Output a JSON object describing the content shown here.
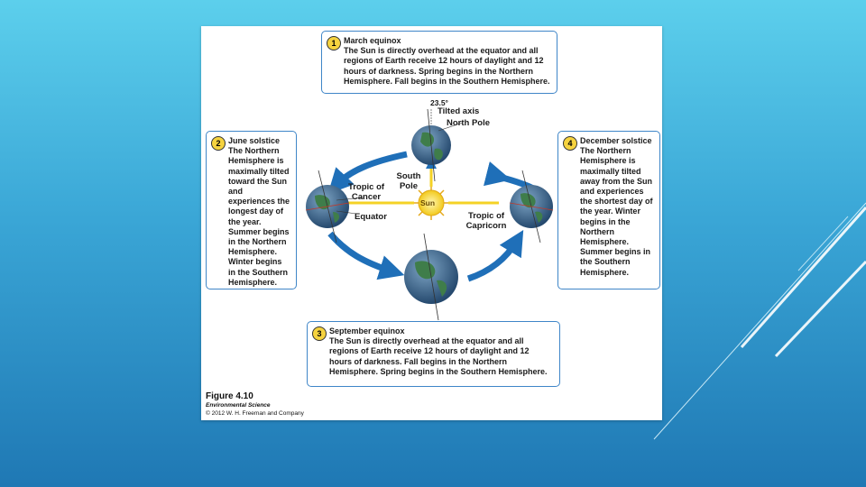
{
  "figure": {
    "caption_title": "Figure 4.10",
    "caption_subtitle": "Environmental Science",
    "caption_copyright": "© 2012 W. H. Freeman and Company"
  },
  "boxes": [
    {
      "number": "1",
      "title": "March equinox",
      "text": "The Sun is directly overhead at the equator and all regions of Earth receive 12 hours of daylight and 12 hours of darkness. Spring begins in the Northern Hemisphere. Fall begins in the Southern Hemisphere."
    },
    {
      "number": "2",
      "title": "June solstice",
      "text": "The Northern Hemisphere is maximally tilted toward the Sun and experiences the longest day of the year. Summer begins in the Northern Hemisphere. Winter begins in the Southern Hemisphere."
    },
    {
      "number": "3",
      "title": "September equinox",
      "text": "The Sun is directly overhead at the equator and all regions of Earth receive 12 hours of daylight and 12 hours of darkness. Fall begins in the Northern Hemisphere. Spring begins in the Southern Hemisphere."
    },
    {
      "number": "4",
      "title": "December solstice",
      "text": "The Northern Hemisphere is maximally tilted away from the Sun and experiences the shortest day of the year. Winter begins in the Northern Hemisphere. Summer begins in the Southern Hemisphere."
    }
  ],
  "labels": {
    "angle": "23.5°",
    "tilted_axis": "Tilted axis",
    "north_pole": "North Pole",
    "south_pole": "South Pole",
    "tropic_cancer": "Tropic of Cancer",
    "equator": "Equator",
    "tropic_capricorn": "Tropic of Capricorn",
    "sun": "Sun"
  },
  "colors": {
    "arrow": "#1f6fb8",
    "box_border": "#3f86c8",
    "sun": "#f4d225",
    "ocean": "#3c6e9c",
    "land": "#3f7d4a"
  }
}
